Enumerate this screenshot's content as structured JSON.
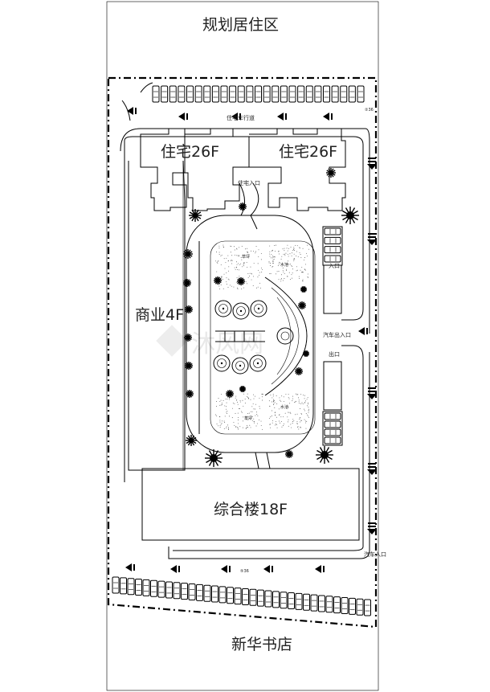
{
  "labels": {
    "north_district": "规划居住区",
    "south_store": "新华书店",
    "residential_1": "住宅26F",
    "residential_2": "住宅26F",
    "commercial": "商业4F",
    "complex": "综合楼18F",
    "residential_road": "住宅车行道",
    "residential_entrance": "住宅入口",
    "car_gate": "汽车出入口",
    "car_entry_bottom": "汽车入口",
    "entry": "入口",
    "exit": "出口",
    "water_1": "水池",
    "water_2": "水池",
    "lawn_1": "草坪",
    "lawn_2": "草坪",
    "marker_top": "②36",
    "marker_bottom": "⑤36"
  },
  "colors": {
    "line": "#000000",
    "background": "#ffffff",
    "watermark": "#e6e6e6"
  },
  "icons": {
    "direction_arrow": "arrow-icon",
    "tree": "tree-icon",
    "parked_car": "car-icon"
  }
}
